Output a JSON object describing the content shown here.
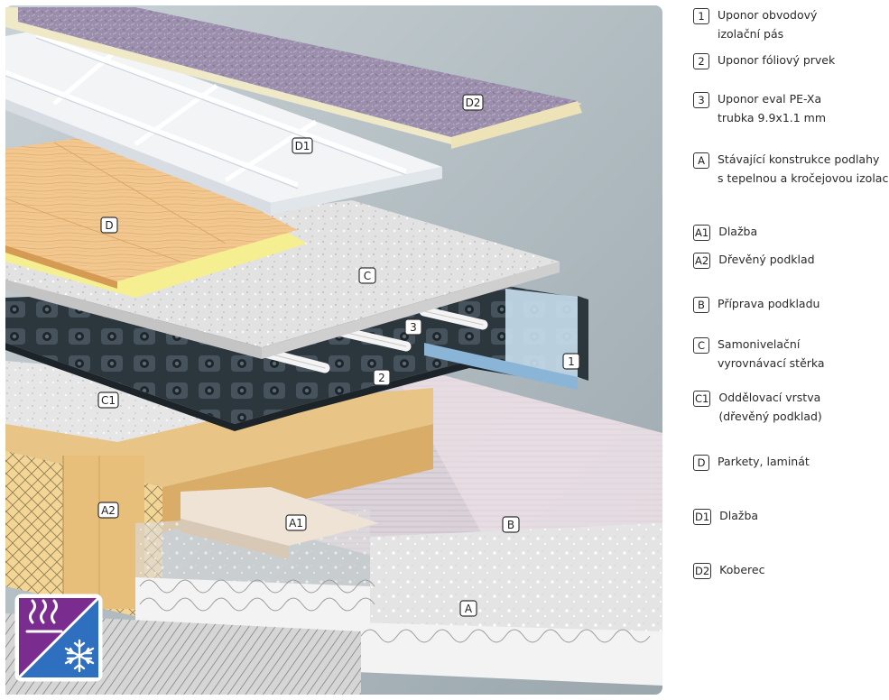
{
  "illustration": {
    "tags": {
      "d2": "D2",
      "d1": "D1",
      "d": "D",
      "c": "C",
      "c1": "C1",
      "n3": "3",
      "n2": "2",
      "n1": "1",
      "a2": "A2",
      "a1": "A1",
      "b": "B",
      "a": "A"
    },
    "badge_icons": [
      "heat-waves-icon",
      "snowflake-icon"
    ],
    "colors": {
      "panel_bg": "#bcc7cc",
      "carpet": "#9b8fad",
      "tiles": "#eef1f4",
      "parquet": "#f0c48a",
      "screed": "#dcdcdc",
      "panel_dark": "#2f3a42",
      "badge_purple": "#7a2d8f",
      "badge_blue": "#2f6fc0"
    }
  },
  "legend": [
    {
      "badge": "1",
      "lines": [
        "Uponor obvodový",
        "izolační pás"
      ]
    },
    {
      "badge": "2",
      "lines": [
        "Uponor fóliový prvek"
      ]
    },
    {
      "badge": "3",
      "lines": [
        "Uponor eval PE-Xa",
        "trubka 9.9x1.1 mm"
      ]
    },
    {
      "badge": "A",
      "lines": [
        "Stávající konstrukce podlahy",
        "s tepelnou a kročejovou izolací"
      ]
    },
    {
      "badge": "A1",
      "lines": [
        "Dlažba"
      ]
    },
    {
      "badge": "A2",
      "lines": [
        "Dřevěný podklad"
      ]
    },
    {
      "badge": "B",
      "lines": [
        "Příprava podkladu"
      ]
    },
    {
      "badge": "C",
      "lines": [
        "Samonivelační",
        "vyrovnávací stěrka"
      ]
    },
    {
      "badge": "C1",
      "lines": [
        "Oddělovací vrstva",
        "(dřevěný podklad)"
      ]
    },
    {
      "badge": "D",
      "lines": [
        "Parkety, laminát"
      ]
    },
    {
      "badge": "D1",
      "lines": [
        "Dlažba"
      ]
    },
    {
      "badge": "D2",
      "lines": [
        "Koberec"
      ]
    }
  ]
}
